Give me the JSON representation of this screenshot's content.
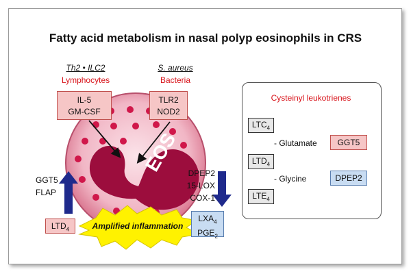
{
  "title": "Fatty acid metabolism in nasal polyp eosinophils in CRS",
  "left_source": {
    "header": "Th2 • ILC2",
    "category": "Lymphocytes",
    "box": [
      "IL-5",
      "GM-CSF"
    ]
  },
  "right_source": {
    "header": "S. aureus",
    "category": "Bacteria",
    "box": [
      "TLR2",
      "NOD2"
    ]
  },
  "cell_label": "EOS",
  "up_labels": [
    "GGT5",
    "FLAP"
  ],
  "down_labels": [
    "DPEP2",
    "15-LOX",
    "COX-1"
  ],
  "ltd4_box": {
    "main": "LTD",
    "sub": "4"
  },
  "burst_label": "Amplified inflammation",
  "product_box": [
    {
      "main": "LXA",
      "sub": "4"
    },
    {
      "main": "PGE",
      "sub": "2"
    }
  ],
  "panel": {
    "title": "Cysteinyl leukotrienes",
    "ltc": {
      "main": "LTC",
      "sub": "4"
    },
    "ltd": {
      "main": "LTD",
      "sub": "4"
    },
    "lte": {
      "main": "LTE",
      "sub": "4"
    },
    "step1_text": "- Glutamate",
    "step1_enzyme": "GGT5",
    "step2_text": "- Glycine",
    "step2_enzyme": "DPEP2"
  },
  "colors": {
    "cell_outer": "#d8728c",
    "cell_inner": "#9c0d3d",
    "accent_red": "#d8141b",
    "arrow_blue": "#1f2a8c",
    "burst": "#fff200"
  }
}
